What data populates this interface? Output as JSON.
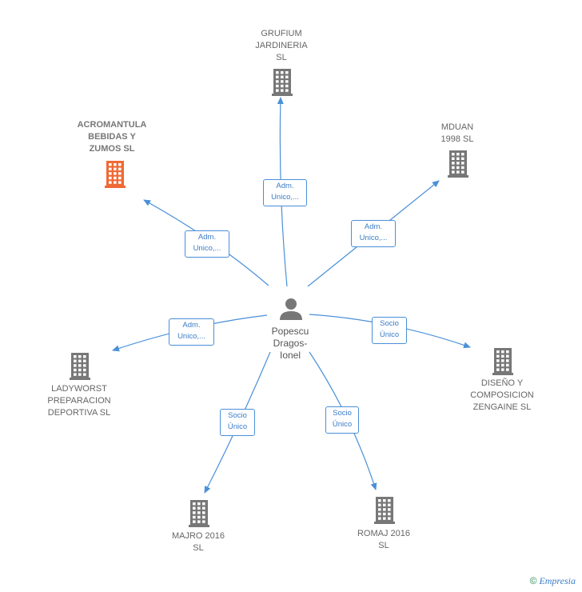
{
  "center": {
    "label": "Popescu\nDragos-\nIonel",
    "icon": "person-icon"
  },
  "nodes": [
    {
      "id": "grufium",
      "label": "GRUFIUM\nJARDINERIA\nSL",
      "icon": "building-icon",
      "color": "#777777"
    },
    {
      "id": "acromantula",
      "label": "ACROMANTULA\nBEBIDAS Y\nZUMOS  SL",
      "icon": "building-icon",
      "color": "#f06a35",
      "highlight": true
    },
    {
      "id": "mduan",
      "label": "MDUAN\n1998  SL",
      "icon": "building-icon",
      "color": "#777777"
    },
    {
      "id": "ladyworst",
      "label": "LADYWORST\nPREPARACION\nDEPORTIVA  SL",
      "icon": "building-icon",
      "color": "#777777"
    },
    {
      "id": "disenyo",
      "label": "DISEÑO Y\nCOMPOSICION\nZENGAINE  SL",
      "icon": "building-icon",
      "color": "#777777"
    },
    {
      "id": "majro",
      "label": "MAJRO 2016\nSL",
      "icon": "building-icon",
      "color": "#777777"
    },
    {
      "id": "romaj",
      "label": "ROMAJ 2016\nSL",
      "icon": "building-icon",
      "color": "#777777"
    }
  ],
  "edges": [
    {
      "to": "grufium",
      "label": "Adm.\nUnico,..."
    },
    {
      "to": "acromantula",
      "label": "Adm.\nUnico,..."
    },
    {
      "to": "mduan",
      "label": "Adm.\nUnico,..."
    },
    {
      "to": "ladyworst",
      "label": "Adm.\nUnico,..."
    },
    {
      "to": "disenyo",
      "label": "Socio\nÚnico"
    },
    {
      "to": "majro",
      "label": "Socio\nÚnico"
    },
    {
      "to": "romaj",
      "label": "Socio\nÚnico"
    }
  ],
  "footer": {
    "copyright": "©",
    "brand": "Empresia"
  },
  "colors": {
    "edge": "#4a90d9",
    "building": "#777777",
    "highlight": "#f06a35",
    "person": "#777777"
  }
}
